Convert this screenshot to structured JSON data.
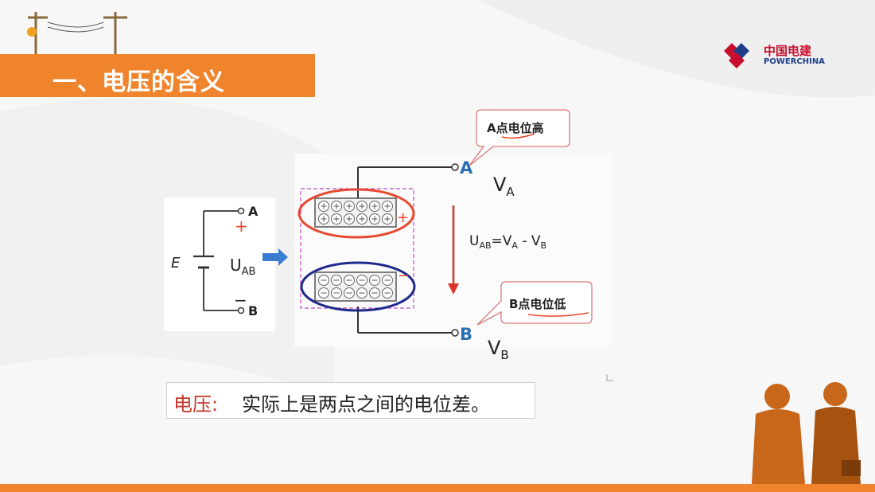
{
  "slide": {
    "title": "一、电压的含义",
    "logo": {
      "name_cn": "中国电建",
      "name_en": "POWERCHINA"
    },
    "left_circuit": {
      "battery_label": "E",
      "terminal_a": "A",
      "terminal_b": "B",
      "plus_sign": "+",
      "minus_sign": "−",
      "voltage_main": "U",
      "voltage_sub": "AB"
    },
    "capacitor": {
      "plus_sign": "+",
      "minus_sign": "−"
    },
    "terminals": {
      "a": "A",
      "b": "B"
    },
    "potentials": {
      "va_main": "V",
      "va_sub": "A",
      "vb_main": "V",
      "vb_sub": "B"
    },
    "callouts": {
      "a_high": "A点电位高",
      "b_low": "B点电位低"
    },
    "equation": {
      "u": "U",
      "u_sub": "AB",
      "eq": "=V",
      "va_sub": "A",
      "minus": " - V",
      "vb_sub": "B"
    },
    "definition": {
      "term": "电压:",
      "body": "实际上是两点之间的电位差。"
    },
    "colors": {
      "accent": "#f0842c",
      "red_oval": "#e8492f",
      "blue_oval": "#1f2a8c",
      "terminal_blue": "#2a6fb0",
      "arrow_red": "#d9362b"
    }
  }
}
